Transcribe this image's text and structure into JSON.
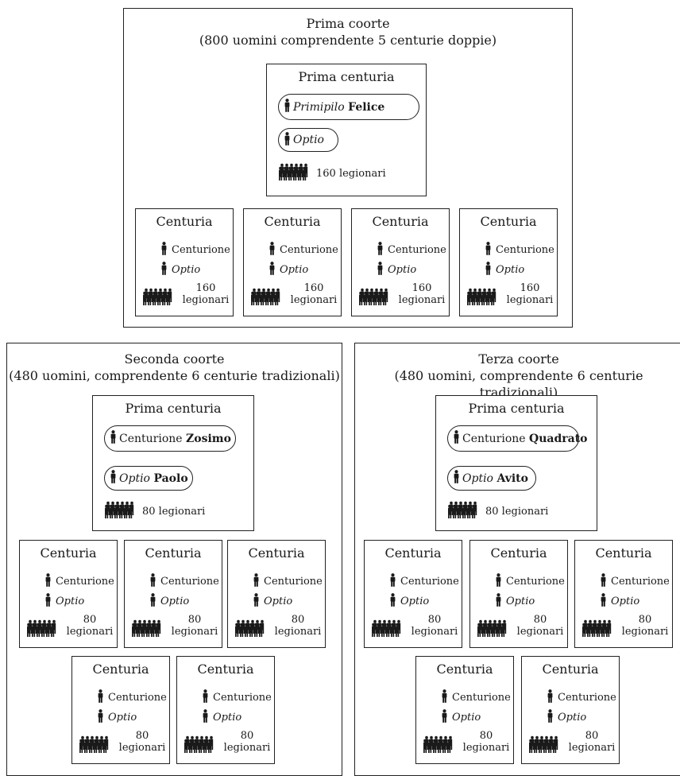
{
  "prima_coorte": {
    "title": "Prima coorte",
    "subtitle": "(800 uomini comprendente 5 centurie doppie)",
    "first_century": {
      "title": "Prima centuria",
      "officer_rank": "Primipilo",
      "officer_name": "Felice",
      "optio_rank": "Optio",
      "optio_name": "",
      "troops": "160 legionari"
    },
    "centuries": [
      {
        "title": "Centuria",
        "officer": "Centurione",
        "optio": "Optio",
        "count": "160",
        "unit": "legionari"
      },
      {
        "title": "Centuria",
        "officer": "Centurione",
        "optio": "Optio",
        "count": "160",
        "unit": "legionari"
      },
      {
        "title": "Centuria",
        "officer": "Centurione",
        "optio": "Optio",
        "count": "160",
        "unit": "legionari"
      },
      {
        "title": "Centuria",
        "officer": "Centurione",
        "optio": "Optio",
        "count": "160",
        "unit": "legionari"
      }
    ]
  },
  "seconda_coorte": {
    "title": "Seconda coorte",
    "subtitle": "(480 uomini, comprendente 6 centurie tradizionali)",
    "first_century": {
      "title": "Prima centuria",
      "officer_rank": "Centurione",
      "officer_name": "Zosimo",
      "optio_rank": "Optio",
      "optio_name": "Paolo",
      "troops": "80 legionari"
    },
    "centuries": [
      {
        "title": "Centuria",
        "officer": "Centurione",
        "optio": "Optio",
        "count": "80",
        "unit": "legionari"
      },
      {
        "title": "Centuria",
        "officer": "Centurione",
        "optio": "Optio",
        "count": "80",
        "unit": "legionari"
      },
      {
        "title": "Centuria",
        "officer": "Centurione",
        "optio": "Optio",
        "count": "80",
        "unit": "legionari"
      },
      {
        "title": "Centuria",
        "officer": "Centurione",
        "optio": "Optio",
        "count": "80",
        "unit": "legionari"
      },
      {
        "title": "Centuria",
        "officer": "Centurione",
        "optio": "Optio",
        "count": "80",
        "unit": "legionari"
      }
    ]
  },
  "terza_coorte": {
    "title": "Terza coorte",
    "subtitle": "(480 uomini, comprendente 6 centurie tradizionali)",
    "first_century": {
      "title": "Prima centuria",
      "officer_rank": "Centurione",
      "officer_name": "Quadrato",
      "optio_rank": "Optio",
      "optio_name": "Avito",
      "troops": "80 legionari"
    },
    "centuries": [
      {
        "title": "Centuria",
        "officer": "Centurione",
        "optio": "Optio",
        "count": "80",
        "unit": "legionari"
      },
      {
        "title": "Centuria",
        "officer": "Centurione",
        "optio": "Optio",
        "count": "80",
        "unit": "legionari"
      },
      {
        "title": "Centuria",
        "officer": "Centurione",
        "optio": "Optio",
        "count": "80",
        "unit": "legionari"
      },
      {
        "title": "Centuria",
        "officer": "Centurione",
        "optio": "Optio",
        "count": "80",
        "unit": "legionari"
      },
      {
        "title": "Centuria",
        "officer": "Centurione",
        "optio": "Optio",
        "count": "80",
        "unit": "legionari"
      }
    ]
  },
  "icons": {
    "soldier": "soldier-icon",
    "troop_group": "troop-group-icon"
  },
  "colors": {
    "ink": "#1a1a1a",
    "border": "#222222",
    "background": "#ffffff"
  }
}
